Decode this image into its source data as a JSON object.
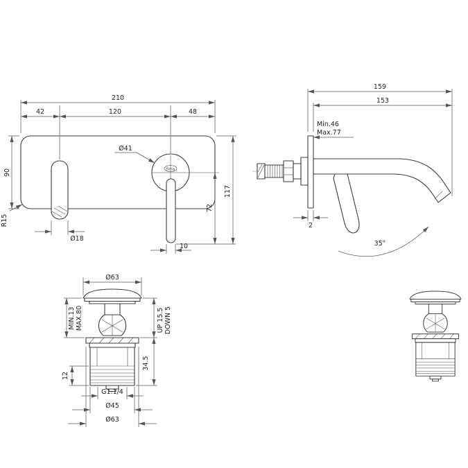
{
  "meta": {
    "background": "#ffffff",
    "line_color": "#3c3c3c"
  },
  "front_view": {
    "logo": "fima",
    "dims": {
      "total_width": "210",
      "left_offset": "42",
      "center_span": "120",
      "right_offset": "48",
      "handle_dia": "Ø41",
      "plate_height": "90",
      "corner_radius": "R15",
      "spout_dia": "Ø18",
      "total_height": "117",
      "lever_drop": "72",
      "lever_width": "10"
    }
  },
  "side_view": {
    "dims": {
      "total_depth": "159",
      "spout_reach": "153",
      "wall_min": "Min.46",
      "wall_max": "Max.77",
      "plate_thickness": "2",
      "spout_angle": "35°"
    }
  },
  "drain_view": {
    "dims": {
      "cap_dia": "Ø63",
      "height_min": "MIN.13",
      "height_max": "MAX.80",
      "travel_up": "UP 15.5",
      "travel_down": "DOWN 5",
      "body_height": "34.5",
      "thread_height": "12",
      "thread_size": "G1.1/4",
      "body_dia": "Ø45",
      "flange_dia": "Ø63"
    }
  }
}
